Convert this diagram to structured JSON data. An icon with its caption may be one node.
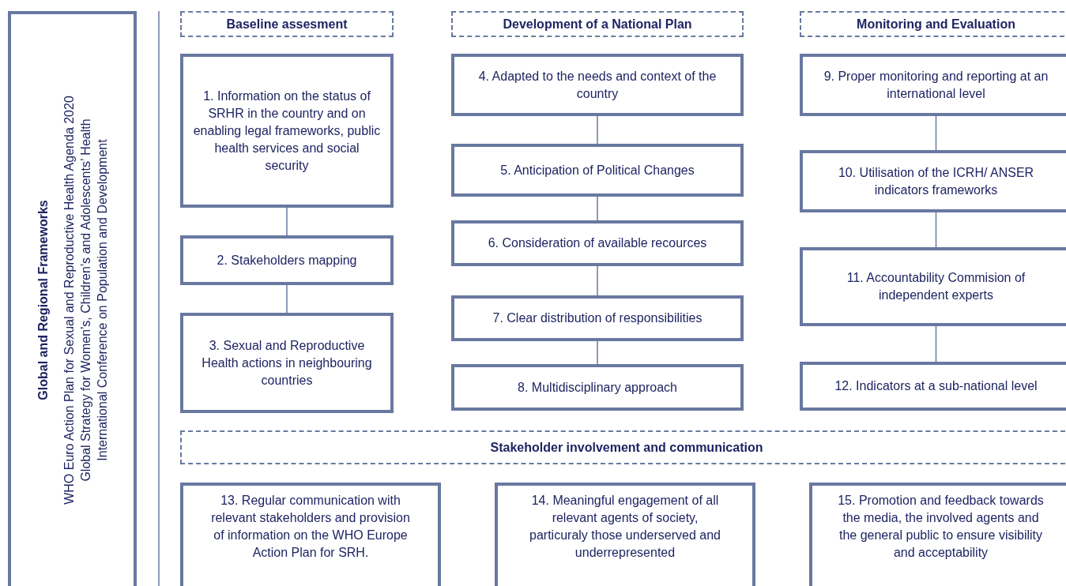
{
  "diagram": {
    "nodes": [
      {
        "text": [
          "Global and Regional Frameworks",
          "WHO Euro Action Plan for Sexual and Reproductive Health Agenda 2020",
          "Global Strategy for Women’s, Children’s and Adolescents’ Health",
          "International Conference on Population and Development"
        ]
      },
      {
        "text": [
          "Baseline assesment"
        ]
      },
      {
        "text": [
          "1. Information on the status of SRHR in the country and on enabling legal frameworks, public health services and social security"
        ]
      },
      {
        "text": [
          "2. Stakeholders mapping"
        ]
      },
      {
        "text": [
          "3. Sexual and Reproductive Health actions in neighbouring countries"
        ]
      },
      {
        "text": [
          "Development of a National Plan"
        ]
      },
      {
        "text": [
          "4. Adapted to the needs and context of the country"
        ]
      },
      {
        "text": [
          "5. Anticipation of Political Changes"
        ]
      },
      {
        "text": [
          "6. Consideration of available recources"
        ]
      },
      {
        "text": [
          "7. Clear distribution of responsibilities"
        ]
      },
      {
        "text": [
          "8. Multidisciplinary approach"
        ]
      },
      {
        "text": [
          "Monitoring and Evaluation"
        ]
      },
      {
        "text": [
          "9. Proper monitoring and reporting at an international level"
        ]
      },
      {
        "text": [
          "10. Utilisation of the ICRH/ ANSER indicators frameworks"
        ]
      },
      {
        "text": [
          "11. Accountability Commision of independent experts"
        ]
      },
      {
        "text": [
          "12. Indicators at a sub-national level"
        ]
      },
      {
        "text": [
          "Stakeholder involvement and communication"
        ]
      },
      {
        "text": [
          "13. Regular communication with relevant stakeholders and provision of information on the WHO Europe Action Plan for SRH."
        ]
      },
      {
        "text": [
          "14. Meaningful engagement of all relevant agents of society, particuraly those underserved and underrepresented"
        ]
      },
      {
        "text": [
          "15. Promotion and feedback towards the media, the involved agents and the general public to ensure visibility and acceptability"
        ]
      }
    ],
    "edges": [
      {
        "from": 2,
        "to": 3,
        "arrow": "none"
      },
      {
        "from": 3,
        "to": 4,
        "arrow": "none"
      },
      {
        "from": 6,
        "to": 7,
        "arrow": "none"
      },
      {
        "from": 7,
        "to": 8,
        "arrow": "none"
      },
      {
        "from": 8,
        "to": 9,
        "arrow": "none"
      },
      {
        "from": 9,
        "to": 10,
        "arrow": "none"
      },
      {
        "from": 12,
        "to": 13,
        "arrow": "none"
      },
      {
        "from": 13,
        "to": 14,
        "arrow": "none"
      },
      {
        "from": 14,
        "to": 15,
        "arrow": "none"
      }
    ]
  }
}
